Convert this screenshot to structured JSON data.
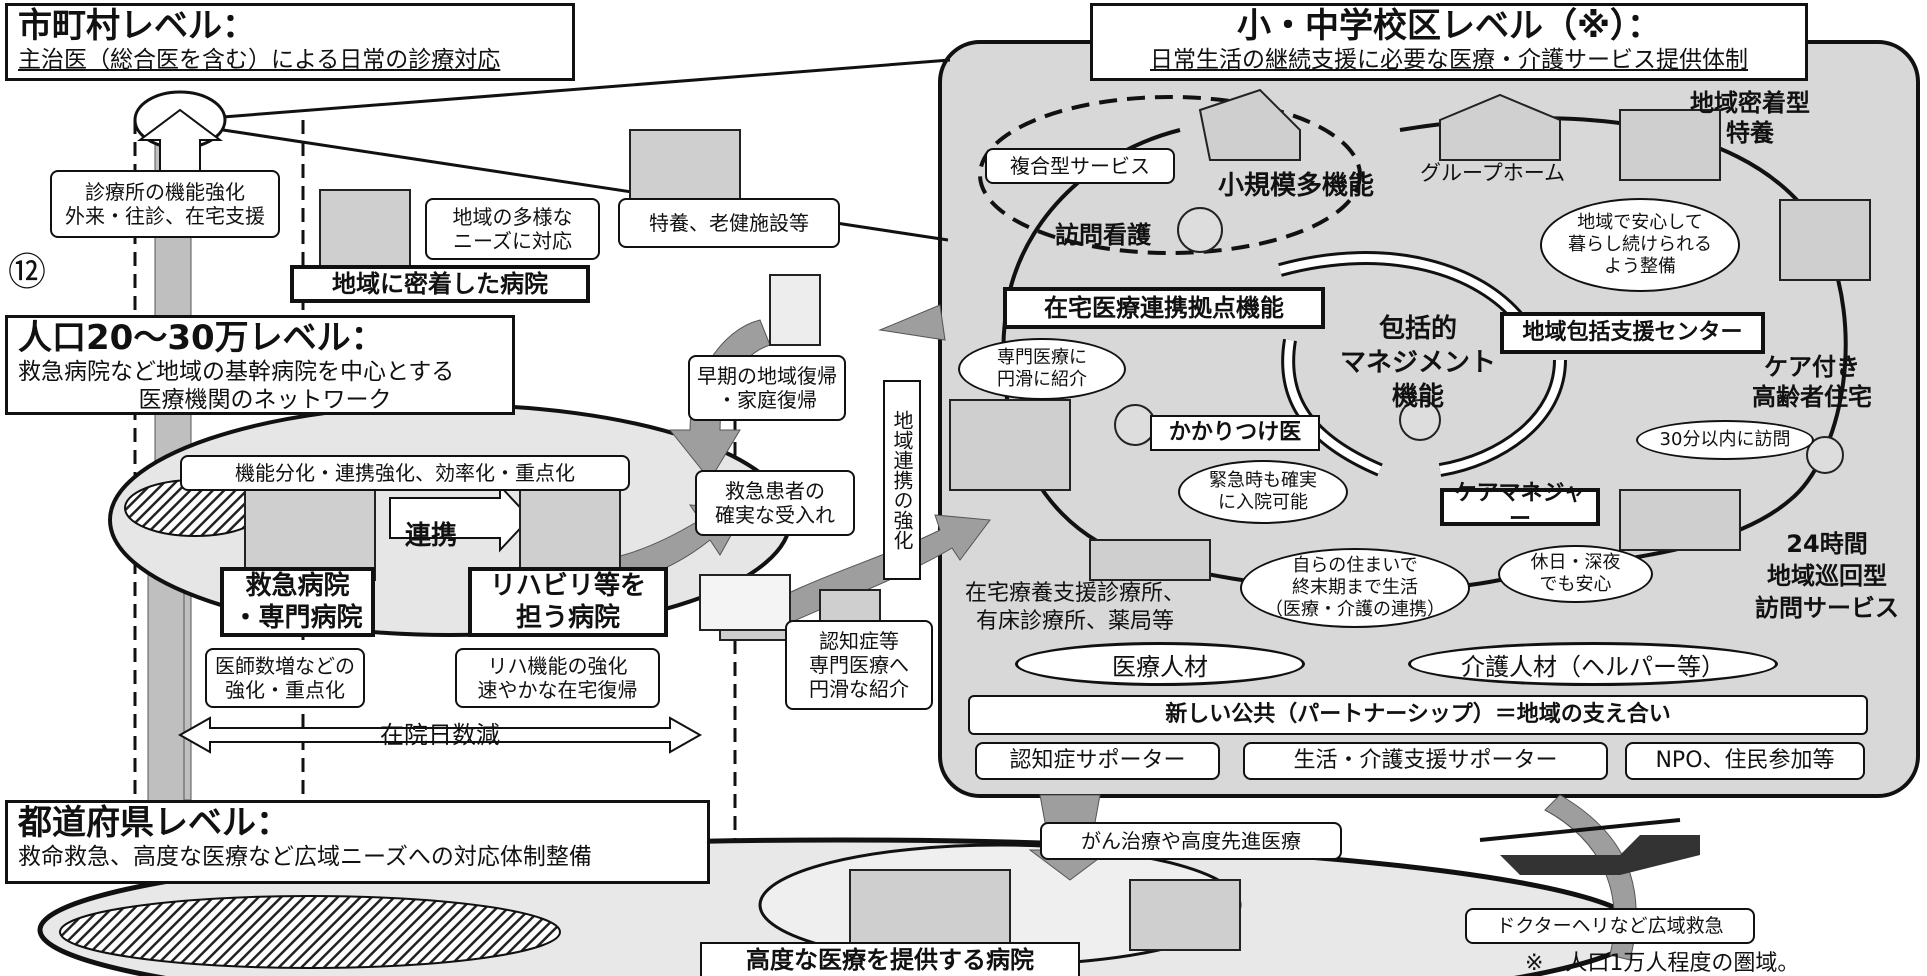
{
  "municipal": {
    "title": "市町村レベル：",
    "subtitle": "主治医（総合医を含む）による日常の診療対応"
  },
  "school": {
    "title": "小・中学校区レベル（※）：",
    "subtitle": "日常生活の継続支援に必要な医療・介護サービス提供体制"
  },
  "population": {
    "title": "人口20～30万レベル：",
    "subtitle1": "救急病院など地域の基幹病院を中心とする",
    "subtitle2": "医療機関のネットワーク"
  },
  "prefecture": {
    "title": "都道府県レベル：",
    "subtitle": "救命救急、高度な医療など広域ニーズへの対応体制整備"
  },
  "circled_number": "⑫",
  "left": {
    "clinic_function": "診療所の機能強化\n外来・往診、在宅支援",
    "regional_needs": "地域の多様な\nニーズに対応",
    "community_hospital": "地域に密着した病院",
    "nursing_facility": "特養、老健施設等",
    "function_label": "機能分化・連携強化、効率化・重点化",
    "emergency_hospital": "救急病院\n・専門病院",
    "cooperation": "連携",
    "rehab_hospital": "リハビリ等を\n担う病院",
    "doctors": "医師数増などの\n強化・重点化",
    "rehab_function": "リハ機能の強化\n速やかな在宅復帰",
    "stay_days": "在院日数減",
    "early_return": "早期の地域復帰\n・家庭復帰",
    "emergency_accept": "救急患者の\n確実な受入れ",
    "regional_coop": "地域連携の強化",
    "dementia_referral": "認知症等\n専門医療へ\n円滑な紹介"
  },
  "right": {
    "combined_service": "複合型サービス",
    "small_multi": "小規模多機能",
    "visit_nursing": "訪問看護",
    "group_home": "グループホーム",
    "community_care": "地域密着型\n特養",
    "live_safely": "地域で安心して\n暮らし続けられる\nよう整備",
    "home_medical_hub": "在宅医療連携拠点機能",
    "comprehensive": "包括的\nマネジメント\n機能",
    "support_center": "地域包括支援センター",
    "elderly_housing": "ケア付き\n高齢者住宅",
    "specialist_referral": "専門医療に\n円滑に紹介",
    "family_doctor": "かかりつけ医",
    "thirty_min": "30分以内に訪問",
    "emergency_admit": "緊急時も確実\nに入院可能",
    "care_manager": "ケアマネジャー",
    "holiday_night": "休日・深夜\nでも安心",
    "twentyfour": "24時間\n地域巡回型\n訪問サービス",
    "home_clinic": "在宅療養支援診療所、\n有床診療所、薬局等",
    "live_home": "自らの住まいで\n終末期まで生活\n（医療・介護の連携）",
    "medical_staff": "医療人材",
    "care_staff": "介護人材（ヘルパー等）",
    "new_public": "新しい公共（パートナーシップ）＝地域の支え合い",
    "dementia_supporter": "認知症サポーター",
    "life_supporter": "生活・介護支援サポーター",
    "npo": "NPO、住民参加等"
  },
  "bottom": {
    "cancer": "がん治療や高度先進医療",
    "advanced_hospital": "高度な医療を提供する病院",
    "doctor_heli": "ドクターヘリなど広域救急",
    "note": "※　人口1万人程度の圏域。"
  }
}
